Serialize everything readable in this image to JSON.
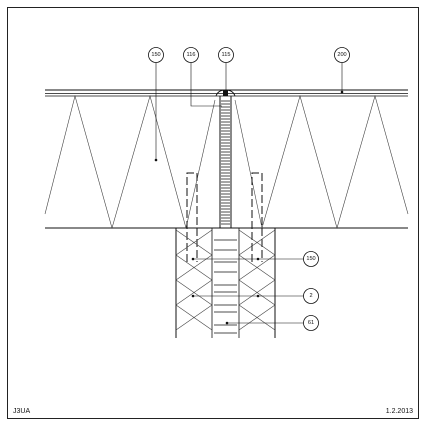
{
  "drawing": {
    "code": "J3UA",
    "date": "1.2.2013"
  },
  "callouts": {
    "c150_top": "150",
    "c116": "116",
    "c115": "115",
    "c200": "200",
    "c150_side": "150",
    "c2": "2",
    "c61": "61"
  }
}
